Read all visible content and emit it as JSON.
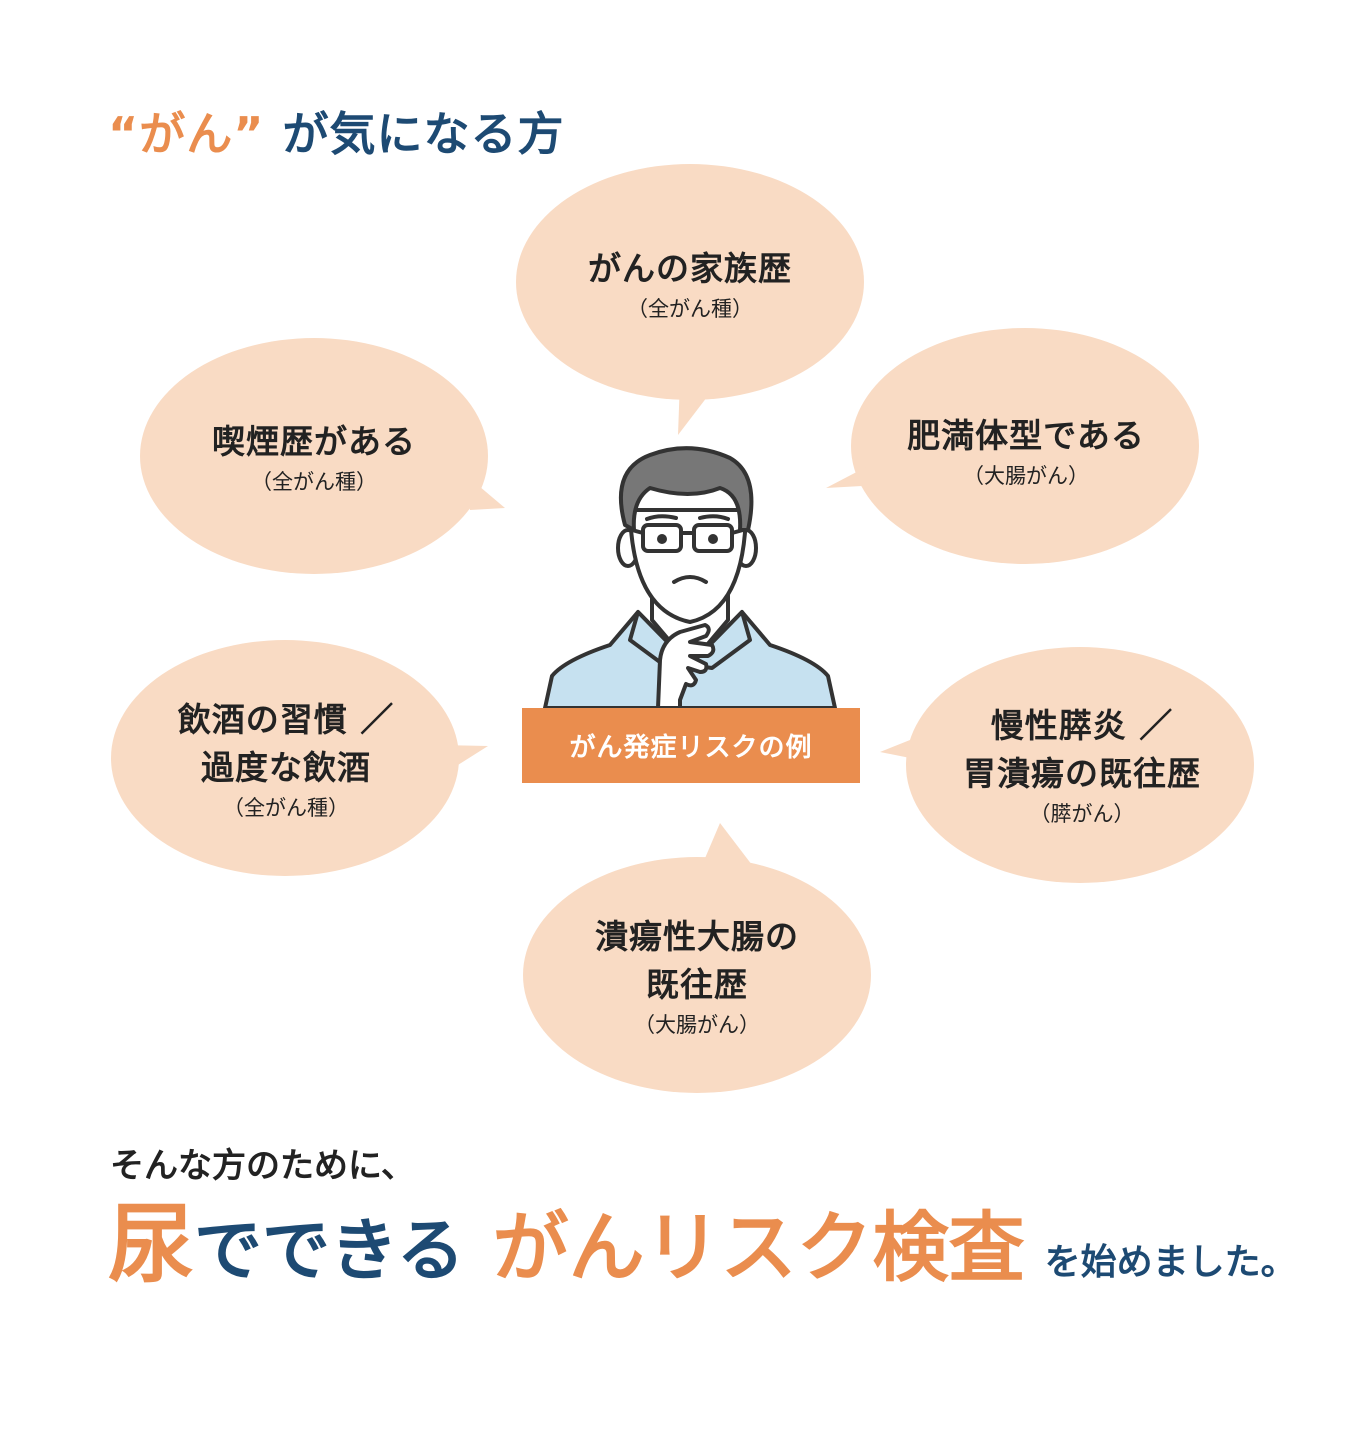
{
  "title": {
    "accent": "“がん”",
    "rest": "が気になる方"
  },
  "center_label": "がん発症リスクの例",
  "bubbles": [
    {
      "main": "がんの家族歴",
      "sub": "（全がん種）"
    },
    {
      "main": "喫煙歴がある",
      "sub": "（全がん種）"
    },
    {
      "main": "肥満体型である",
      "sub": "（大腸がん）"
    },
    {
      "main1": "飲酒の習慣 ／",
      "main2": "過度な飲酒",
      "sub": "（全がん種）"
    },
    {
      "main1": "慢性膵炎 ／",
      "main2": "胃潰瘍の既往歴",
      "sub": "（膵がん）"
    },
    {
      "main1": "潰瘍性大腸の",
      "main2": "既往歴",
      "sub": "（大腸がん）"
    }
  ],
  "footer": {
    "lead": "そんな方のために、",
    "part1": "尿",
    "part2": "でできる",
    "part3": "がんリスク検査",
    "part4": "を始めました。"
  },
  "colors": {
    "bubble": "#f9dbc4",
    "accent": "#ea8d4e",
    "navy": "#1d4a73",
    "shirt": "#c6e1f0"
  }
}
